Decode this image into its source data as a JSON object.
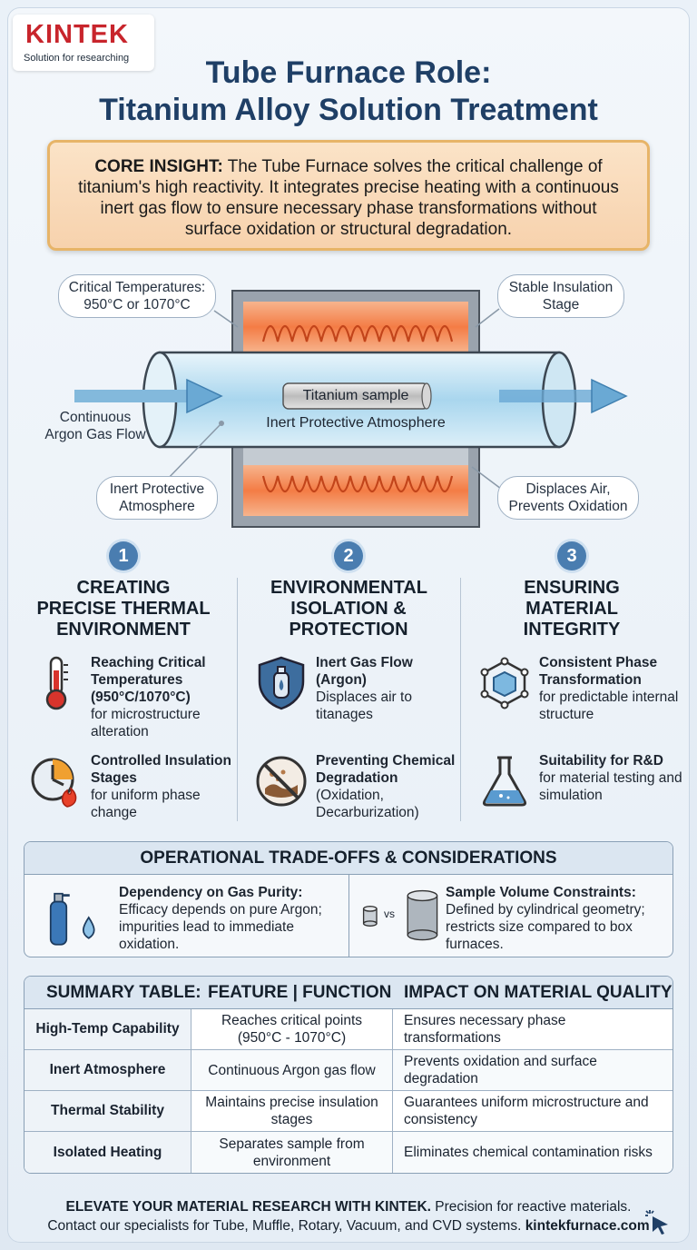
{
  "brand": {
    "name": "KINTEK",
    "tagline": "Solution for researching"
  },
  "title_line1": "Tube Furnace Role:",
  "title_line2": "Titanium Alloy Solution Treatment",
  "insight": {
    "label": "CORE INSIGHT:",
    "text": " The Tube Furnace solves the critical challenge of titanium's high reactivity. It integrates precise heating with a continuous inert gas flow to ensure necessary phase transformations without surface oxidation or structural degradation."
  },
  "diagram": {
    "callout_temps_1": "Critical Temperatures:",
    "callout_temps_2": "950°C or 1070°C",
    "callout_insulation_1": "Stable Insulation",
    "callout_insulation_2": "Stage",
    "flow_1": "Continuous",
    "flow_2": "Argon Gas Flow",
    "sample": "Titanium sample",
    "atmosphere_in_tube": "Inert Protective Atmosphere",
    "callout_atm_1": "Inert Protective",
    "callout_atm_2": "Atmosphere",
    "callout_air_1": "Displaces Air,",
    "callout_air_2": "Prevents Oxidation",
    "colors": {
      "tube": "#bfe0f2",
      "heater": "#f2703a",
      "housing": "#9aa3ad"
    }
  },
  "columns": [
    {
      "num": "1",
      "title": "CREATING PRECISE THERMAL ENVIRONMENT",
      "items": [
        {
          "icon": "thermometer-icon",
          "bold": "Reaching Critical Temperatures (950°C/1070°C)",
          "text": "for microstructure alteration"
        },
        {
          "icon": "timer-flame-icon",
          "bold": "Controlled Insulation Stages",
          "text": "for uniform phase change"
        }
      ]
    },
    {
      "num": "2",
      "title": "ENVIRONMENTAL ISOLATION & PROTECTION",
      "items": [
        {
          "icon": "gas-shield-icon",
          "bold": "Inert Gas Flow (Argon)",
          "text": "Displaces air to titanages"
        },
        {
          "icon": "no-corrosion-icon",
          "bold": "Preventing Chemical Degradation",
          "text": "(Oxidation, Decarburization)"
        }
      ]
    },
    {
      "num": "3",
      "title": "ENSURING MATERIAL INTEGRITY",
      "items": [
        {
          "icon": "crystal-lattice-icon",
          "bold": "Consistent Phase Transformation",
          "text": "for predictable internal structure"
        },
        {
          "icon": "flask-icon",
          "bold": "Suitability for R&D",
          "text": "for material testing and simulation"
        }
      ]
    }
  ],
  "tradeoffs": {
    "heading": "OPERATIONAL TRADE-OFFS & CONSIDERATIONS",
    "left": {
      "bold": "Dependency on Gas Purity:",
      "text": "Efficacy depends on pure Argon; impurities lead to immediate oxidation."
    },
    "right": {
      "vs": "vs",
      "bold": "Sample Volume Constraints:",
      "text": "Defined by cylindrical geometry; restricts size compared to box furnaces."
    }
  },
  "table": {
    "header_a": "SUMMARY TABLE:",
    "header_b": "FEATURE | FUNCTION",
    "header_c": "IMPACT ON MATERIAL QUALITY",
    "rows": [
      {
        "feature": "High-Temp Capability",
        "function": "Reaches critical points (950°C - 1070°C)",
        "impact": "Ensures necessary phase transformations"
      },
      {
        "feature": "Inert Atmosphere",
        "function": "Continuous Argon gas flow",
        "impact": "Prevents oxidation and surface degradation"
      },
      {
        "feature": "Thermal Stability",
        "function": "Maintains precise insulation stages",
        "impact": "Guarantees uniform microstructure and consistency"
      },
      {
        "feature": "Isolated Heating",
        "function": "Separates sample from environment",
        "impact": "Eliminates chemical contamination risks"
      }
    ]
  },
  "footer": {
    "bold1": "ELEVATE YOUR MATERIAL RESEARCH WITH KINTEK.",
    "text1": " Precision for reactive materials.",
    "text2": "Contact our specialists for Tube, Muffle, Rotary, Vacuum, and CVD systems. ",
    "url": "kintekfurnace.com"
  }
}
